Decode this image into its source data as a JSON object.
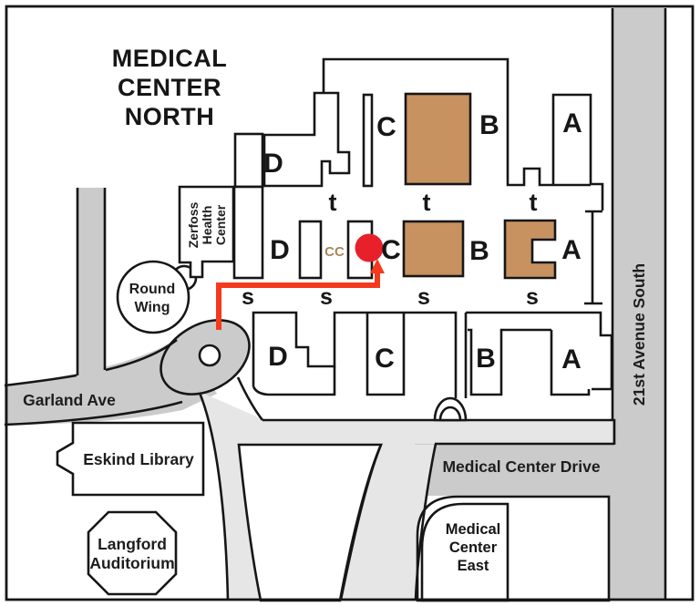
{
  "title": {
    "line1": "MEDICAL",
    "line2": "CENTER",
    "line3": "NORTH"
  },
  "colors": {
    "road_gray": "#cbcbcb",
    "road_light": "#e6e6e6",
    "building_tan": "#C79260",
    "cc_text": "#AA8757",
    "route_red": "#F5391D",
    "marker_red": "#E8202A",
    "line_black": "#161616",
    "background": "#ffffff"
  },
  "roads": {
    "garland": "Garland Ave",
    "medical_center_drive": "Medical Center Drive",
    "avenue_21st": "21st Avenue South"
  },
  "places": {
    "round_wing": [
      "Round",
      "Wing"
    ],
    "zerfoss": [
      "Zerfoss",
      "Health",
      "Center"
    ],
    "eskind": "Eskind Library",
    "langford": [
      "Langford",
      "Auditorium"
    ],
    "medical_center_east": [
      "Medical",
      "Center",
      "East"
    ]
  },
  "buildings": {
    "row1": {
      "d": "D",
      "c": "C",
      "b": "B",
      "a": "A",
      "t1": "t",
      "t2": "t",
      "t3": "t"
    },
    "row2": {
      "d": "D",
      "cc": "CC",
      "c": "C",
      "b": "B",
      "a": "A",
      "s1": "s",
      "s2": "s",
      "s3": "s",
      "s4": "s"
    },
    "row3": {
      "d": "D",
      "c": "C",
      "b": "B",
      "a": "A"
    }
  }
}
